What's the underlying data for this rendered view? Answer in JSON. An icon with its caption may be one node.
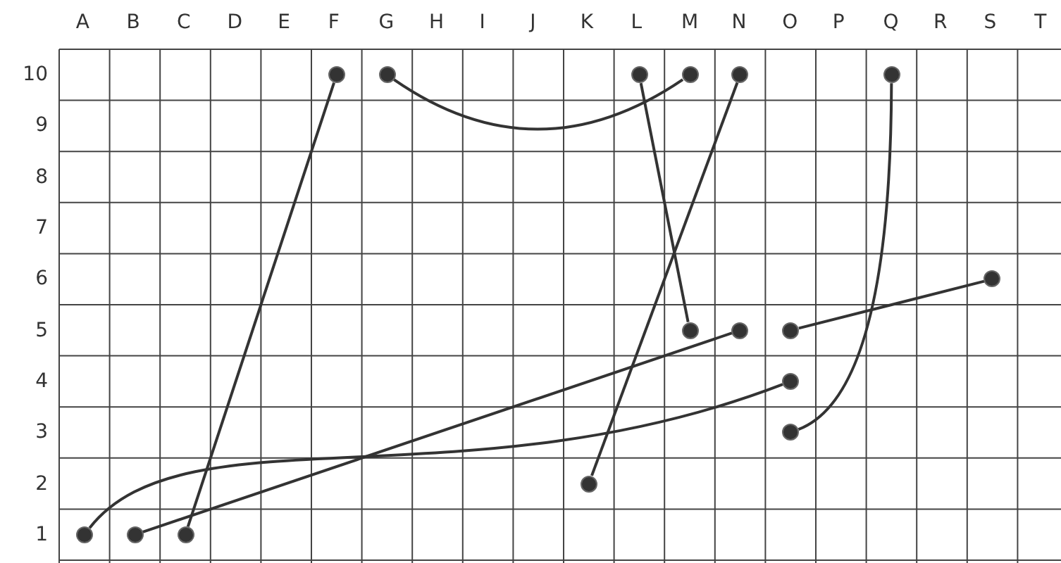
{
  "diagram": {
    "nodes": [
      {
        "text": [],
        "shape": "circle"
      },
      {
        "text": [],
        "shape": "circle"
      },
      {
        "text": [],
        "shape": "circle"
      },
      {
        "text": [],
        "shape": "circle"
      },
      {
        "text": [],
        "shape": "circle"
      },
      {
        "text": [],
        "shape": "circle"
      },
      {
        "text": [],
        "shape": "circle"
      },
      {
        "text": [],
        "shape": "circle"
      },
      {
        "text": [],
        "shape": "circle"
      },
      {
        "text": [],
        "shape": "circle"
      },
      {
        "text": [],
        "shape": "circle"
      },
      {
        "text": [],
        "shape": "circle"
      },
      {
        "text": [],
        "shape": "circle"
      },
      {
        "text": [],
        "shape": "circle"
      },
      {
        "text": [],
        "shape": "circle"
      },
      {
        "text": [],
        "shape": "circle"
      }
    ],
    "edges": [
      {
        "from": 0,
        "to": 15,
        "arrow": "none"
      },
      {
        "from": 1,
        "to": 3,
        "arrow": "none"
      },
      {
        "from": 2,
        "to": 7,
        "arrow": "none"
      },
      {
        "from": 4,
        "to": 12,
        "arrow": "none"
      },
      {
        "from": 5,
        "to": 11,
        "arrow": "none"
      },
      {
        "from": 9,
        "to": 6,
        "arrow": "none"
      },
      {
        "from": 14,
        "to": 8,
        "arrow": "none"
      },
      {
        "from": 13,
        "to": 10,
        "arrow": "none"
      }
    ],
    "labels": [
      "A",
      "B",
      "C",
      "D",
      "E",
      "F",
      "G",
      "H",
      "I",
      "J",
      "K",
      "L",
      "M",
      "N",
      "O",
      "P",
      "Q",
      "R",
      "S",
      "T",
      "10",
      "9",
      "8",
      "7",
      "6",
      "5",
      "4",
      "3",
      "2",
      "1"
    ]
  }
}
